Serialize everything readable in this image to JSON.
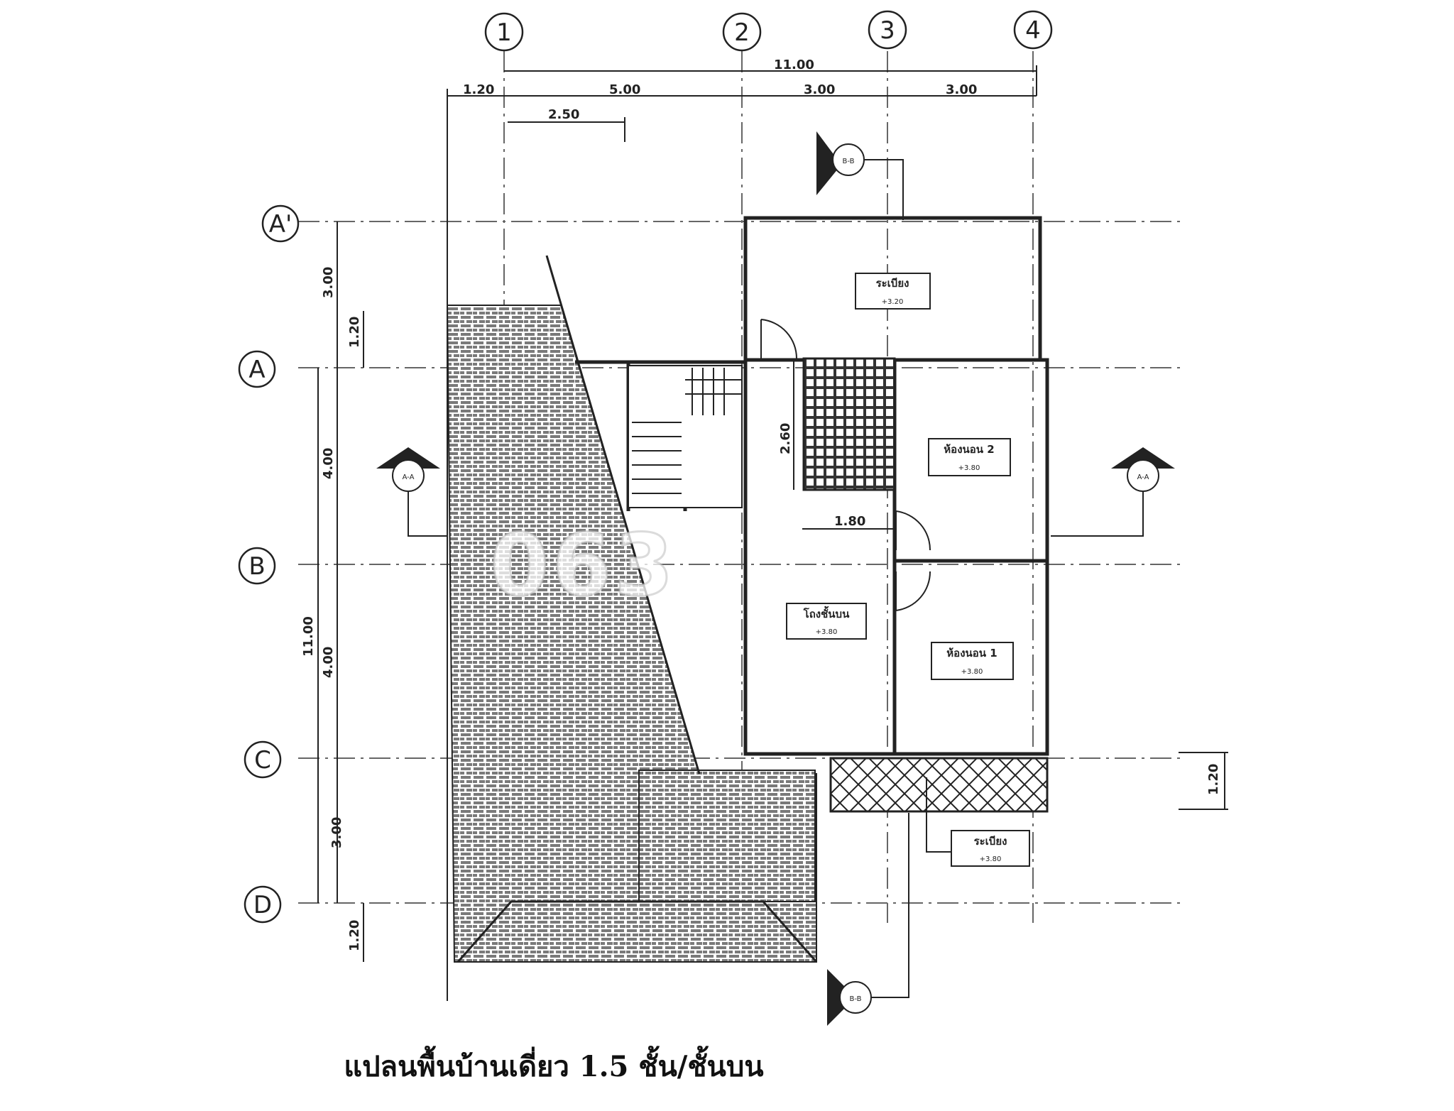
{
  "caption": "แปลนพื้นบ้านเดี่ยว 1.5 ชั้น/ชั้นบน",
  "watermark": "063",
  "grid": {
    "columns": [
      "1",
      "2",
      "3",
      "4"
    ],
    "rows": [
      "A'",
      "A",
      "B",
      "C",
      "D"
    ]
  },
  "dimensions": {
    "top_total": "11.00",
    "top_left_overhang": "1.20",
    "top_span_1_2": "5.00",
    "top_span_2_3": "3.00",
    "top_span_3_4": "3.00",
    "top_half": "2.50",
    "left_total": "11.00",
    "left_Ap_A": "3.00",
    "left_Ap_A_inner": "1.20",
    "left_A_B": "4.00",
    "left_B_C": "4.00",
    "left_C_D": "3.00",
    "left_bottom": "1.20",
    "right_balcony": "1.20",
    "bath_depth": "2.60",
    "bath_width": "1.80"
  },
  "sections": {
    "a": "A-A",
    "b": "B-B"
  },
  "rooms": {
    "balcony_top": {
      "name": "ระเบียง",
      "level": "+3.20"
    },
    "bedroom_2": {
      "name": "ห้องนอน 2",
      "level": "+3.80"
    },
    "bedroom_1": {
      "name": "ห้องนอน 1",
      "level": "+3.80"
    },
    "hall": {
      "name": "โถงชั้นบน",
      "level": "+3.80"
    },
    "balcony_bottom": {
      "name": "ระเบียง",
      "level": "+3.80"
    }
  }
}
